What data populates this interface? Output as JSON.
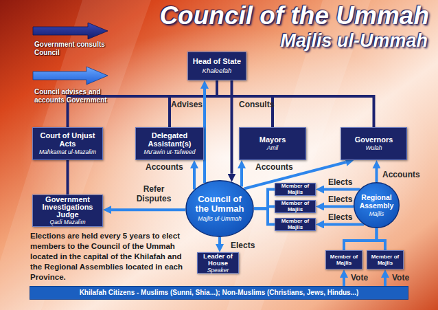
{
  "diagram": {
    "title": "Council of the Ummah",
    "nodes": [
      {
        "text": [
          "Head of State",
          "Khaleefah"
        ]
      },
      {
        "text": [
          "Court of Unjust Acts",
          "Mahkamat ul-Mazalim"
        ]
      },
      {
        "text": [
          "Delegated Assistant(s)",
          "Mu'awin ut-Tafweed"
        ]
      },
      {
        "text": [
          "Mayors",
          "Amil"
        ]
      },
      {
        "text": [
          "Governors",
          "Wulah"
        ]
      },
      {
        "text": [
          "Government Investigations Judge",
          "Qadi Mazalim"
        ]
      },
      {
        "text": [
          "Council of the Ummah",
          "Majlis ul-Ummah"
        ]
      },
      {
        "text": [
          "Member of Majlis"
        ]
      },
      {
        "text": [
          "Member of Majlis"
        ]
      },
      {
        "text": [
          "Member of Majlis"
        ]
      },
      {
        "text": [
          "Regional Assembly",
          "Majlis"
        ]
      },
      {
        "text": [
          "Leader of House",
          "Speaker"
        ]
      },
      {
        "text": [
          "Member of Majlis"
        ]
      },
      {
        "text": [
          "Member of Majlis"
        ]
      },
      {
        "text": [
          "Khilafah Citizens - Muslims (Sunni, Shia...); Non-Muslims (Christians, Jews, Hindus...)"
        ]
      }
    ],
    "edges": [
      {
        "from": 0,
        "to": 1,
        "arrow": "none"
      },
      {
        "from": 0,
        "to": 2,
        "arrow": "none"
      },
      {
        "from": 0,
        "to": 3,
        "arrow": "none"
      },
      {
        "from": 0,
        "to": 4,
        "arrow": "none"
      },
      {
        "from": 0,
        "to": 6,
        "label": "Consults",
        "arrow": "to"
      },
      {
        "from": 6,
        "to": 0,
        "label": "Advises",
        "arrow": "to"
      },
      {
        "from": 1,
        "to": 5,
        "arrow": "none"
      },
      {
        "from": 6,
        "to": 5,
        "label": "Refer Disputes",
        "arrow": "to"
      },
      {
        "from": 6,
        "to": 2,
        "label": "Accounts",
        "arrow": "to"
      },
      {
        "from": 6,
        "to": 3,
        "label": "Accounts",
        "arrow": "to"
      },
      {
        "from": 6,
        "to": 4,
        "arrow": "to"
      },
      {
        "from": 10,
        "to": 7,
        "label": "Elects",
        "arrow": "to"
      },
      {
        "from": 10,
        "to": 8,
        "label": "Elects",
        "arrow": "to"
      },
      {
        "from": 10,
        "to": 9,
        "label": "Elects",
        "arrow": "to"
      },
      {
        "from": 7,
        "to": 6,
        "arrow": "none"
      },
      {
        "from": 8,
        "to": 6,
        "arrow": "none"
      },
      {
        "from": 9,
        "to": 6,
        "arrow": "none"
      },
      {
        "from": 6,
        "to": 11,
        "label": "Elects",
        "arrow": "to"
      },
      {
        "from": 10,
        "to": 4,
        "label": "Accounts",
        "arrow": "to"
      },
      {
        "from": 12,
        "to": 10,
        "arrow": "none"
      },
      {
        "from": 13,
        "to": 10,
        "arrow": "none"
      },
      {
        "from": 14,
        "to": 12,
        "label": "Vote",
        "arrow": "to"
      },
      {
        "from": 14,
        "to": 13,
        "label": "Vote",
        "arrow": "to"
      }
    ],
    "labels": [
      "Majlis ul-Ummah",
      "Elections are held every 5 years to elect members to the Council of the Ummah located in the capital of the Khilafah and the Regional Assemblies located in each Province."
    ],
    "legend": [
      {
        "text": "Government consults Council"
      },
      {
        "text": "Council advises and accounts Government"
      }
    ]
  }
}
